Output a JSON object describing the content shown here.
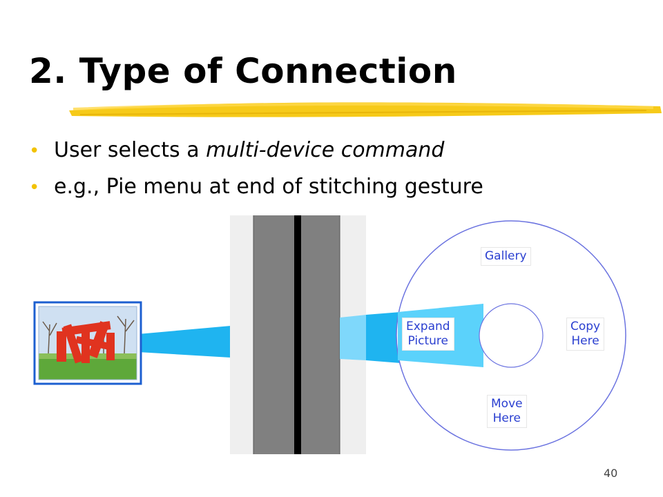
{
  "slide": {
    "title": "2. Type of Connection",
    "bullets": [
      {
        "before": "User selects a ",
        "emphasis": "multi-device command",
        "after": ""
      },
      {
        "before": "e.g., Pie menu at end of stitching gesture",
        "emphasis": "",
        "after": ""
      }
    ],
    "page_number": "40"
  },
  "pie_menu": {
    "items": {
      "gallery": "Gallery",
      "expand": [
        "Expand",
        "Picture"
      ],
      "copy": [
        "Copy",
        "Here"
      ],
      "move": [
        "Move",
        "Here"
      ]
    }
  },
  "colors": {
    "bullet": "#f2c200",
    "highlighter": "#f5c400",
    "stitch_stroke": "#1fb4f0",
    "menu_outline": "#6b73e0",
    "menu_text": "#2a3fd0",
    "device_bezel": "#808080"
  }
}
